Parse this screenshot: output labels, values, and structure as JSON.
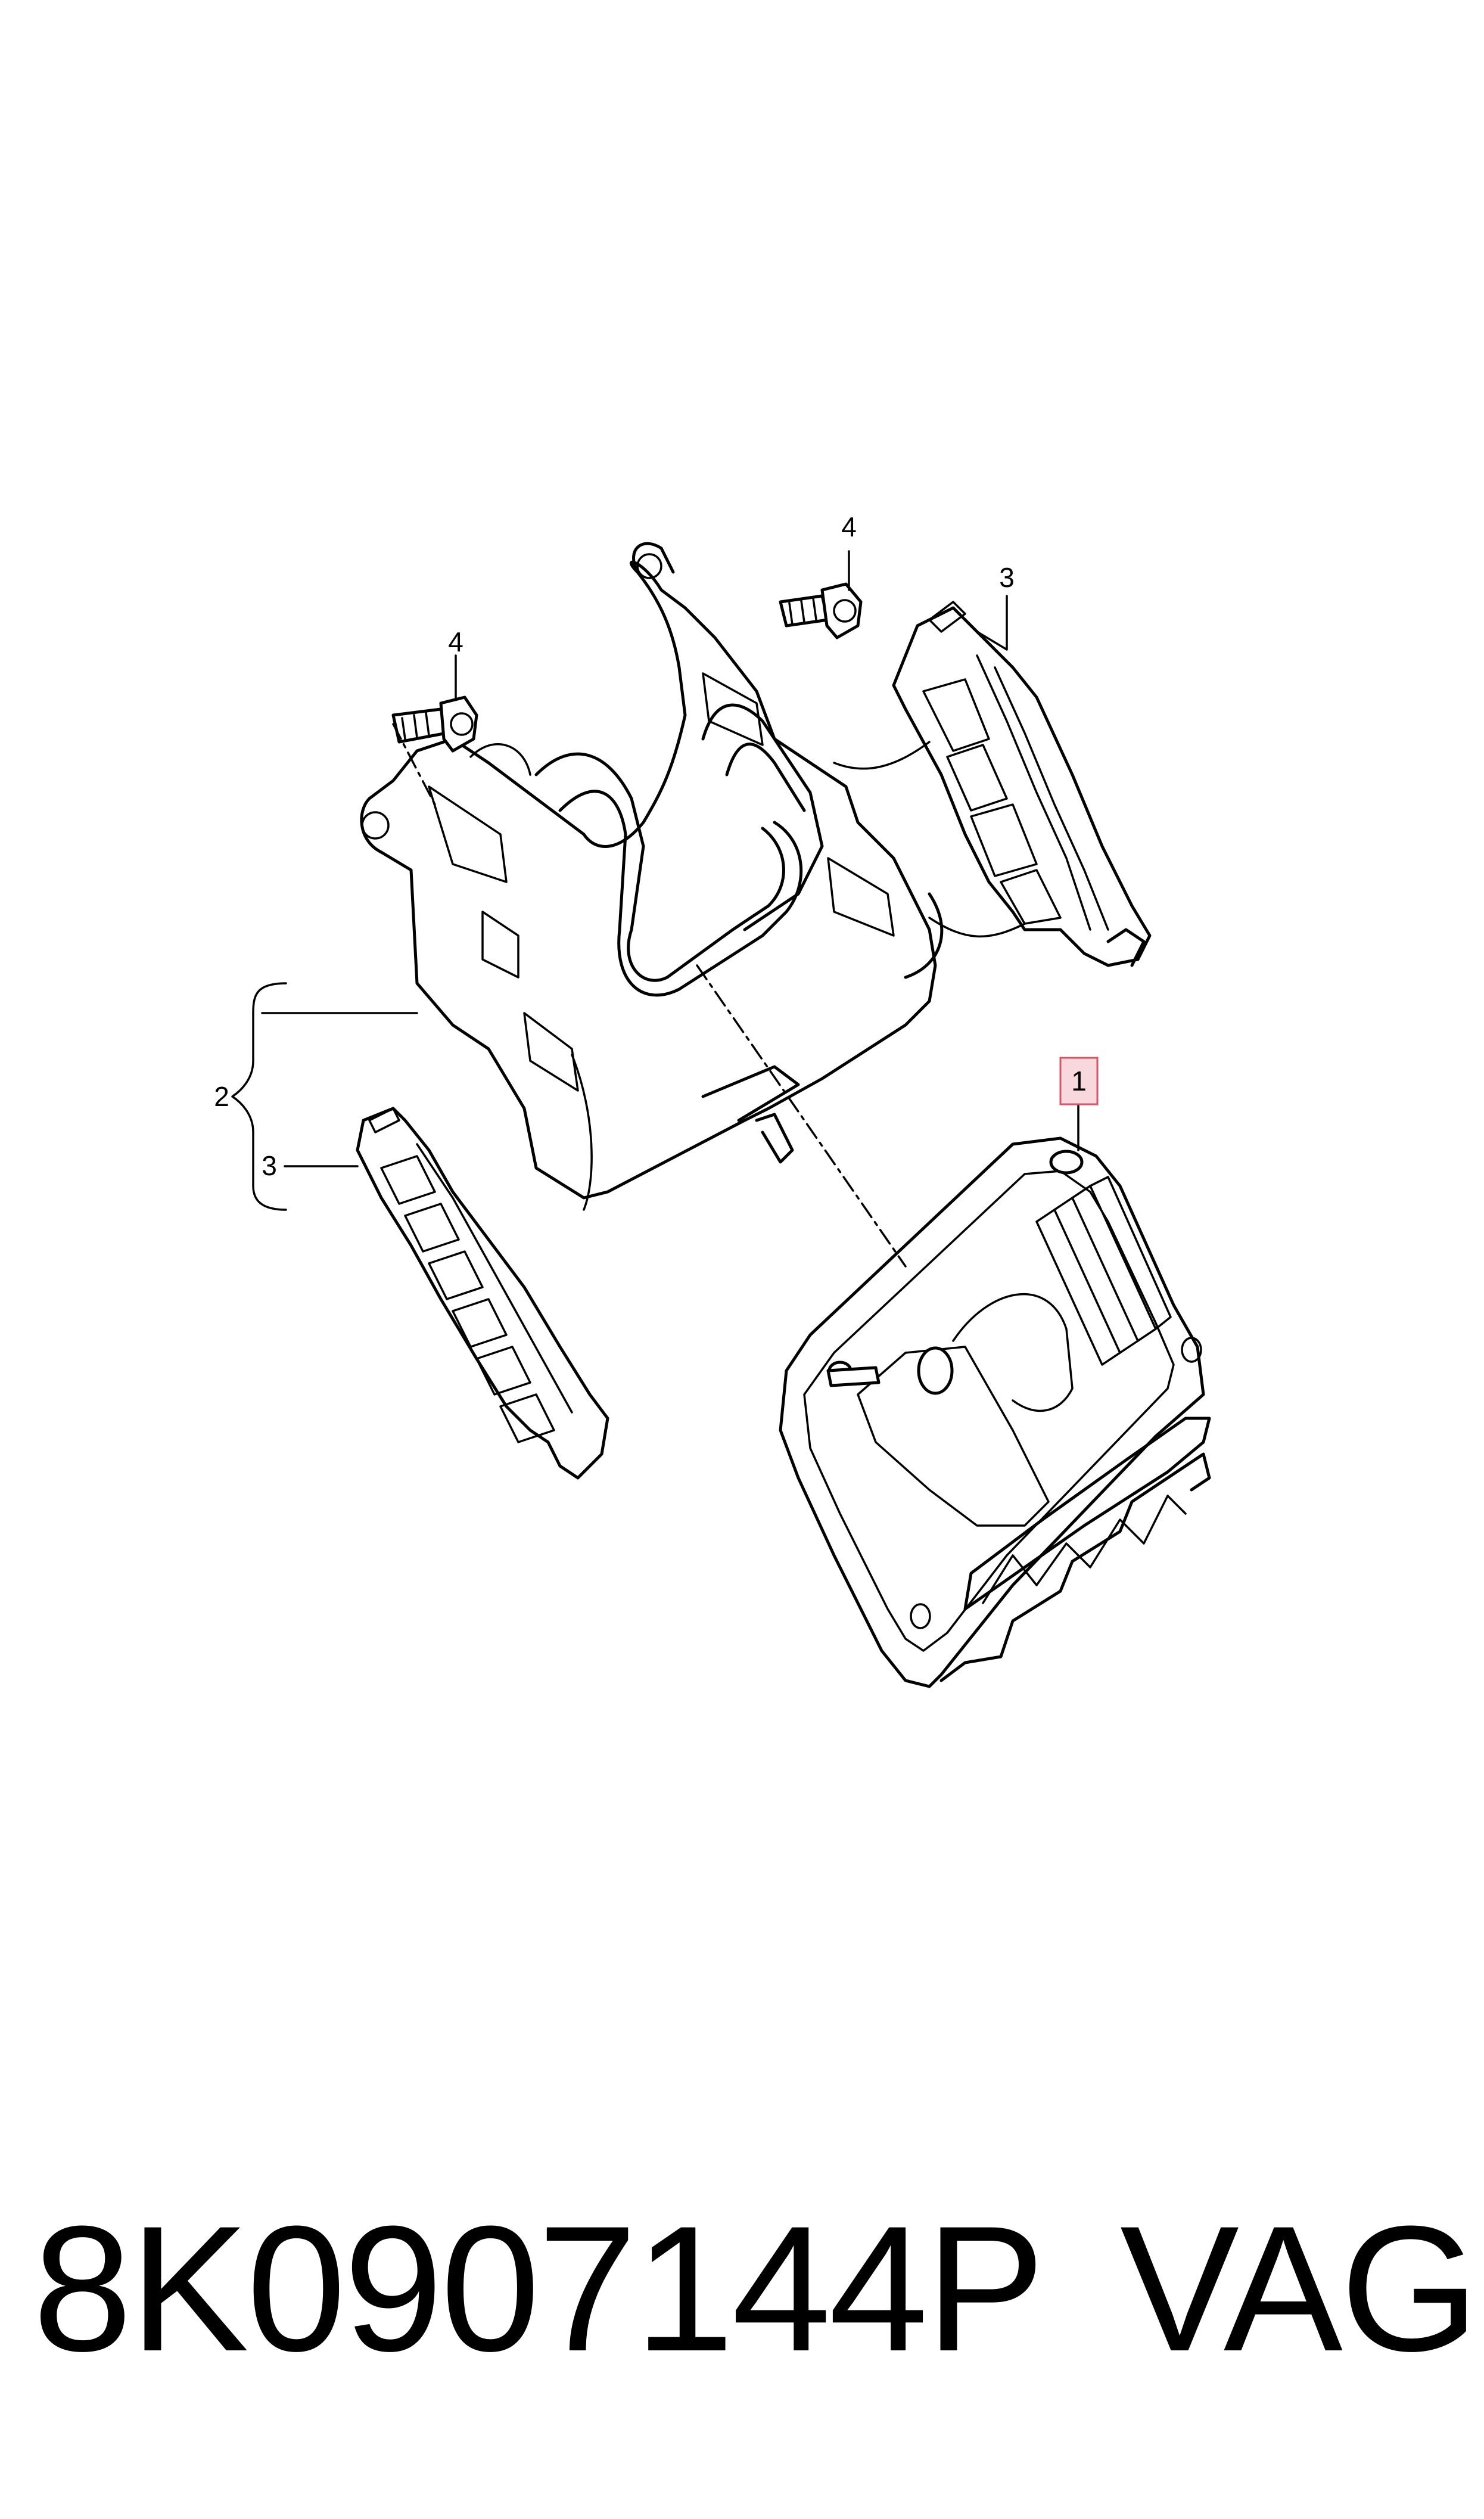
{
  "callouts": {
    "ecu": "1",
    "bracket": "2",
    "connector_lower": "3",
    "connector_upper": "3",
    "bolt_left": "4",
    "bolt_right": "4"
  },
  "footer": {
    "part_number": "8K0907144P",
    "brand": "VAG"
  },
  "colors": {
    "highlight_box": "#f8d7dd",
    "highlight_border": "#d9536a",
    "line": "#000000"
  }
}
